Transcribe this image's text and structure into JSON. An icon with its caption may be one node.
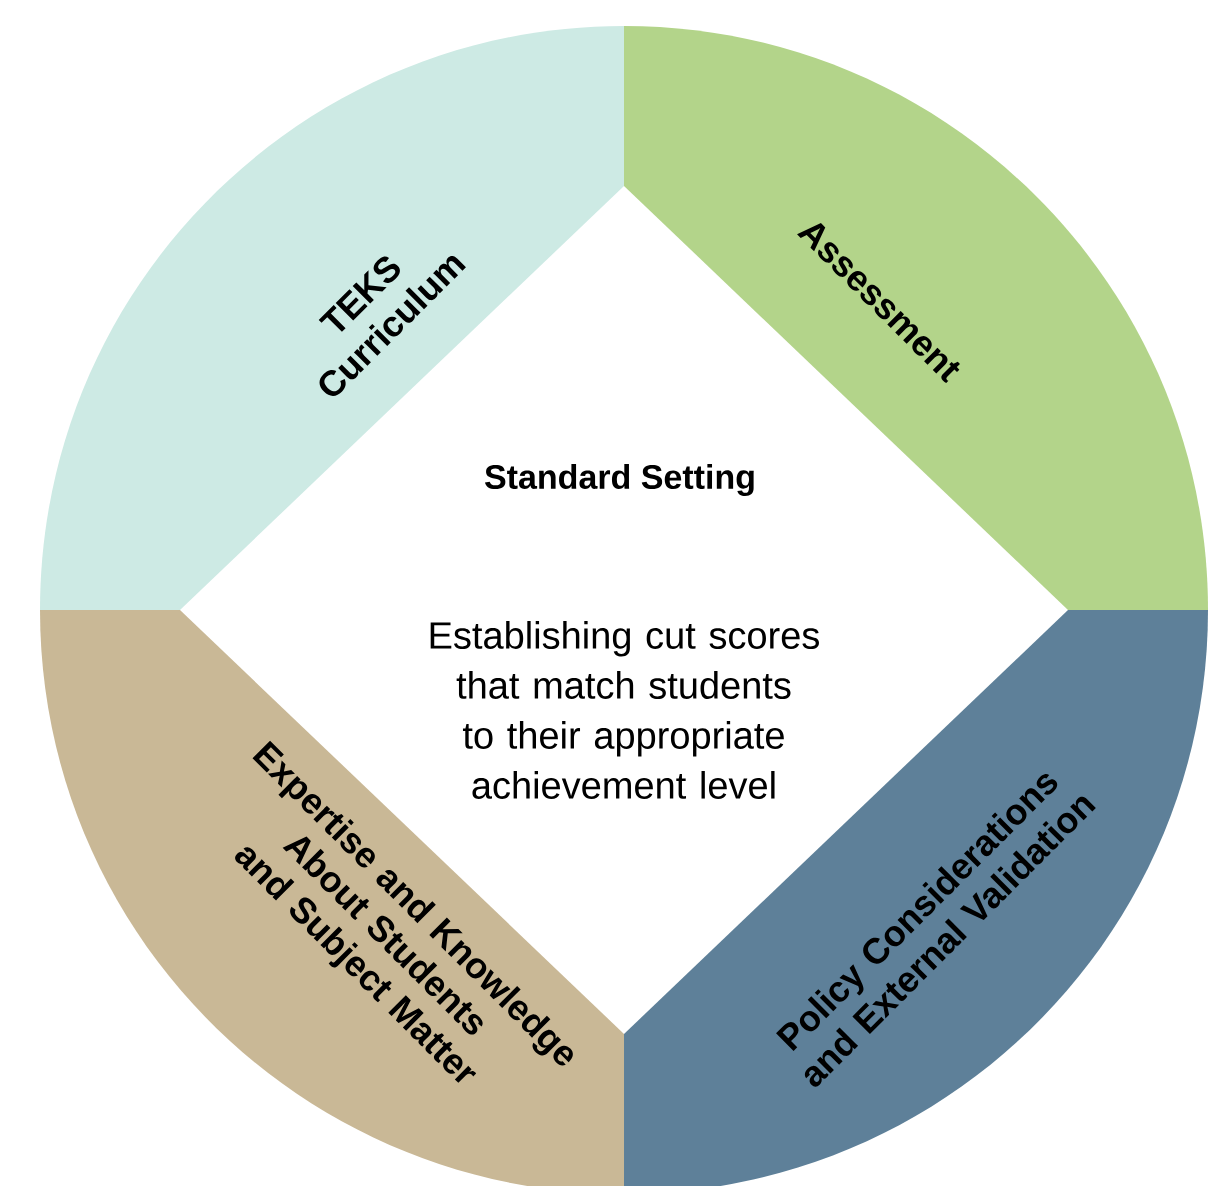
{
  "diagram": {
    "nodes": [
      {
        "text": [
          "TEKS Curriculum"
        ]
      },
      {
        "text": [
          "Assessment"
        ]
      },
      {
        "text": [
          "Standard Setting",
          "Establishing cut scores that match students to their appropriate achievement level"
        ]
      },
      {
        "text": [
          "Expertise and Knowledge About Students and Subject Matter"
        ]
      },
      {
        "text": [
          "Policy Considerations and External Validation"
        ]
      }
    ]
  }
}
